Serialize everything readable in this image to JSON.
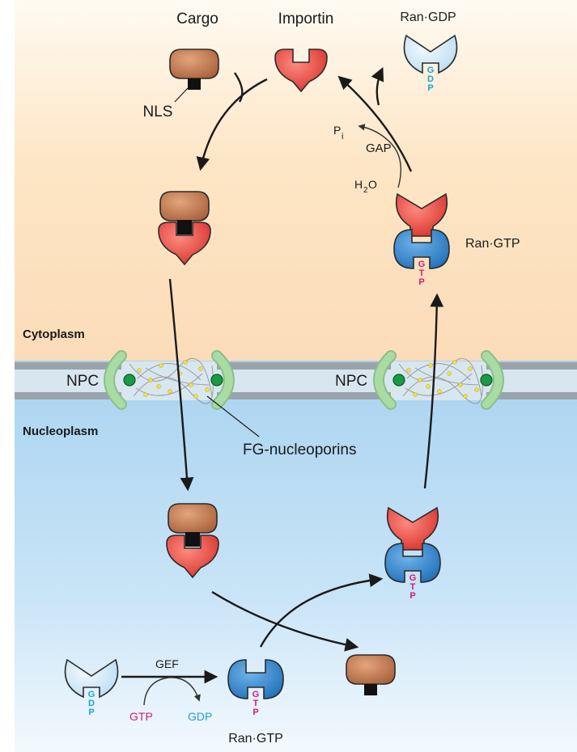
{
  "labels": {
    "cargo": "Cargo",
    "importin": "Importin",
    "ran_gdp_top": "Ran·GDP",
    "nls": "NLS",
    "pi_p": "P",
    "pi_i": "i",
    "gap": "GAP",
    "h2o_h": "H",
    "h2o_2": "2",
    "h2o_o": "O",
    "ran_gtp_right": "Ran·GTP",
    "cytoplasm": "Cytoplasm",
    "nucleoplasm": "Nucleoplasm",
    "npc_left": "NPC",
    "npc_right": "NPC",
    "fg_nucleoporins": "FG-nucleoporins",
    "gef": "GEF",
    "gtp_in": "GTP",
    "gdp_out": "GDP",
    "ran_gtp_bottom": "Ran·GTP"
  },
  "nucleotide_letters": {
    "gdp": [
      "G",
      "D",
      "P"
    ],
    "gtp": [
      "G",
      "T",
      "P"
    ]
  },
  "colors": {
    "cytoplasm_top": "#fde7c9",
    "nucleoplasm": "#b7dbf3",
    "cargo": "#b8754a",
    "importin": "#e8453c",
    "ran_gtp": "#2a7fc8",
    "ran_gdp": "#cfe6f7",
    "gdp_text": "#1ea0dd",
    "gtp_text": "#d6197a",
    "npc_ring": "#9fd29a",
    "npc_dot": "#1a9a45",
    "fg_dot": "#f4e23a"
  },
  "icons": [
    "arrow-icon",
    "cargo-protein-icon",
    "importin-icon",
    "ran-gtp-icon",
    "ran-gdp-icon",
    "npc-icon"
  ]
}
